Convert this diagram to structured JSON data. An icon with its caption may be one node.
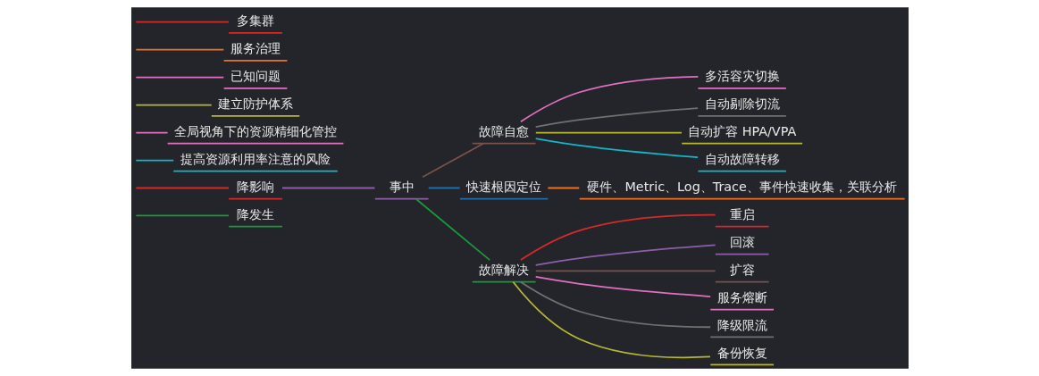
{
  "diagram": {
    "nodes": [
      {
        "text": [
          "降发生"
        ]
      },
      {
        "text": [
          "降影响"
        ]
      },
      {
        "text": [
          "事中"
        ]
      },
      {
        "text": [
          "故障自愈"
        ]
      },
      {
        "text": [
          "多活容灾切换"
        ]
      },
      {
        "text": [
          "自动剔除切流"
        ]
      },
      {
        "text": [
          "自动扩容 HPA/VPA"
        ]
      },
      {
        "text": [
          "自动故障转移"
        ]
      },
      {
        "text": [
          "快速根因定位"
        ]
      },
      {
        "text": [
          "硬件、Metric、Log、Trace、事件快速收集，关联分析"
        ]
      },
      {
        "text": [
          "故障解决"
        ]
      },
      {
        "text": [
          "重启"
        ]
      },
      {
        "text": [
          "回滚"
        ]
      },
      {
        "text": [
          "扩容"
        ]
      },
      {
        "text": [
          "服务熔断"
        ]
      },
      {
        "text": [
          "降级限流"
        ]
      },
      {
        "text": [
          "备份恢复"
        ]
      },
      {
        "text": [
          "提高资源利用率注意的风险"
        ]
      },
      {
        "text": [
          "全局视角下的资源精细化管控"
        ]
      },
      {
        "text": [
          "建立防护体系"
        ]
      },
      {
        "text": [
          "已知问题"
        ]
      },
      {
        "text": [
          "服务治理"
        ]
      },
      {
        "text": [
          "多集群"
        ]
      }
    ],
    "edges": [
      {
        "from": null,
        "to": 0,
        "arrow": "none",
        "color": "#1a9a3a"
      },
      {
        "from": null,
        "to": 1,
        "arrow": "none",
        "color": "#d42a2a"
      },
      {
        "from": 1,
        "to": 2,
        "arrow": "none",
        "color": "#8e5ea8"
      },
      {
        "from": 2,
        "to": 3,
        "arrow": "none",
        "color": "#7a5248"
      },
      {
        "from": 3,
        "to": 4,
        "arrow": "none",
        "color": "#e070c0"
      },
      {
        "from": 3,
        "to": 5,
        "arrow": "none",
        "color": "#707070"
      },
      {
        "from": 3,
        "to": 6,
        "arrow": "none",
        "color": "#b8b830"
      },
      {
        "from": 3,
        "to": 7,
        "arrow": "none",
        "color": "#10b8c8"
      },
      {
        "from": 2,
        "to": 8,
        "arrow": "none",
        "color": "#1e6eb0"
      },
      {
        "from": 8,
        "to": 9,
        "arrow": "none",
        "color": "#f07020"
      },
      {
        "from": 2,
        "to": 10,
        "arrow": "none",
        "color": "#1a9a3a"
      },
      {
        "from": 10,
        "to": 11,
        "arrow": "none",
        "color": "#d42a2a"
      },
      {
        "from": 10,
        "to": 12,
        "arrow": "none",
        "color": "#8e5ea8"
      },
      {
        "from": 10,
        "to": 13,
        "arrow": "none",
        "color": "#7a5248"
      },
      {
        "from": 10,
        "to": 14,
        "arrow": "none",
        "color": "#e070c0"
      },
      {
        "from": 10,
        "to": 15,
        "arrow": "none",
        "color": "#707070"
      },
      {
        "from": 10,
        "to": 16,
        "arrow": "none",
        "color": "#b8b830"
      },
      {
        "from": null,
        "to": 17,
        "arrow": "none",
        "color": "#10b8c8"
      },
      {
        "from": null,
        "to": 18,
        "arrow": "none",
        "color": "#e070c0"
      },
      {
        "from": null,
        "to": 19,
        "arrow": "none",
        "color": "#b8b830"
      },
      {
        "from": null,
        "to": 20,
        "arrow": "none",
        "color": "#e070c0"
      },
      {
        "from": null,
        "to": 21,
        "arrow": "none",
        "color": "#f07020"
      },
      {
        "from": null,
        "to": 22,
        "arrow": "none",
        "color": "#d42a2a"
      }
    ]
  }
}
